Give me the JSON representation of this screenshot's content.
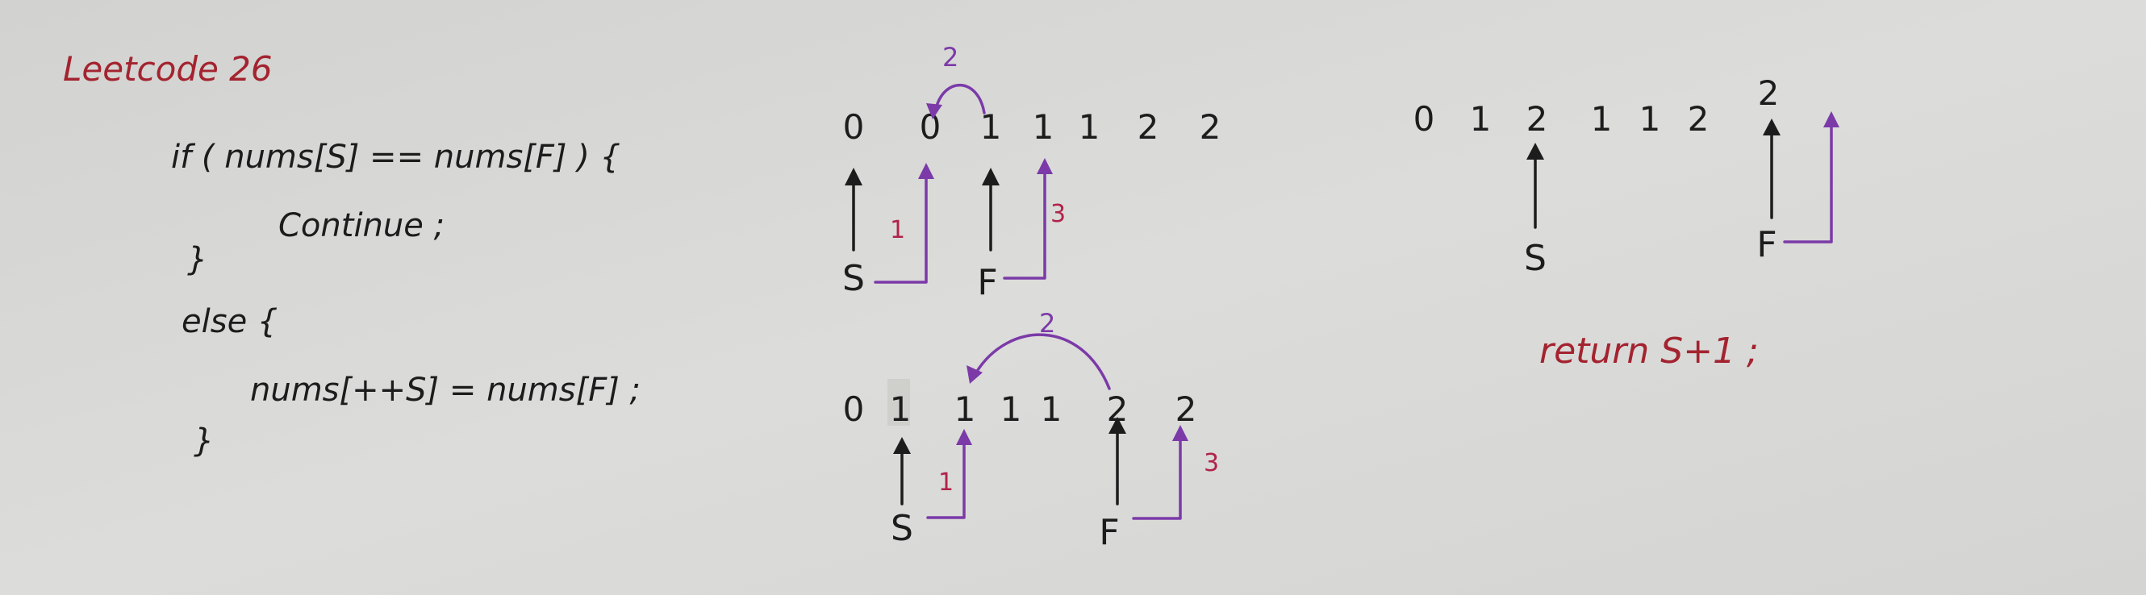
{
  "title": "Leetcode 26",
  "code": {
    "line1": "if ( nums[S] == nums[F] ) {",
    "line2": "Continue ;",
    "line3": "}",
    "line4": "else {",
    "line5": "nums[++S] = nums[F] ;",
    "line6": "}"
  },
  "diagram_top": {
    "numbers": [
      "0",
      "0",
      "1",
      "1",
      "1",
      "2",
      "2"
    ],
    "slow_label": "S",
    "fast_label": "F",
    "step_1": "1",
    "step_2": "2",
    "step_3": "3"
  },
  "diagram_bottom": {
    "numbers": [
      "0",
      "1",
      "1",
      "1",
      "1",
      "2",
      "2"
    ],
    "slow_label": "S",
    "fast_label": "F",
    "step_1": "1",
    "step_2": "2",
    "step_3": "3"
  },
  "diagram_right": {
    "numbers": [
      "0",
      "1",
      "2",
      "1",
      "1",
      "2",
      "2"
    ],
    "slow_label": "S",
    "fast_label": "F"
  },
  "return_text": "return S+1 ;",
  "colors": {
    "paper": "#d9d9d7",
    "ink": "#1c1c1c",
    "red_ink": "#a3232f",
    "purple_ink": "#7b3aa8"
  }
}
